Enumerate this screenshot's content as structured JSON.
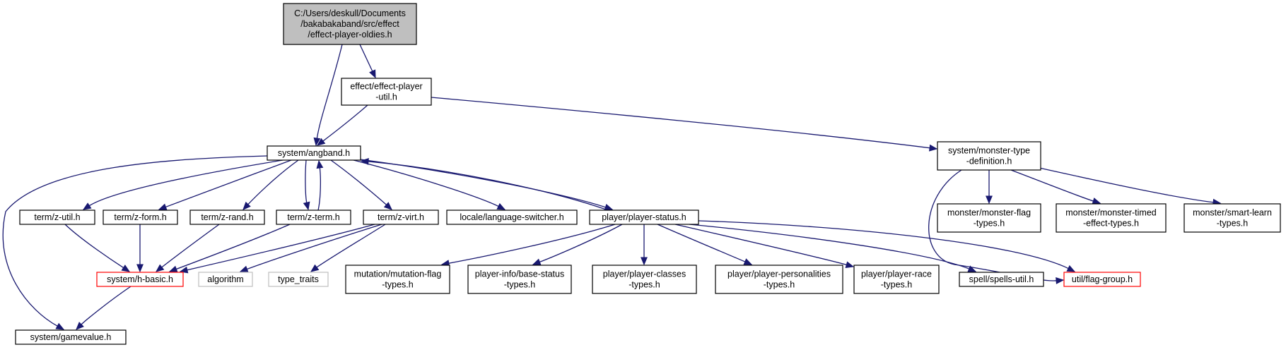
{
  "graph": {
    "edge_color": "#191970",
    "nodes": [
      {
        "id": "root",
        "lines": [
          "C:/Users/deskull/Documents",
          "/bakabakaband/src/effect",
          "/effect-player-oldies.h"
        ],
        "style": "root",
        "fill": "#bfbfbf",
        "border": "#000000"
      },
      {
        "id": "epu",
        "lines": [
          "effect/effect-player",
          "-util.h"
        ],
        "style": "normal",
        "fill": "#ffffff",
        "border": "#000000"
      },
      {
        "id": "angband",
        "lines": [
          "system/angband.h"
        ],
        "style": "normal",
        "fill": "#ffffff",
        "border": "#000000"
      },
      {
        "id": "mtd",
        "lines": [
          "system/monster-type",
          "-definition.h"
        ],
        "style": "normal",
        "fill": "#ffffff",
        "border": "#000000"
      },
      {
        "id": "zutil",
        "lines": [
          "term/z-util.h"
        ],
        "style": "normal",
        "fill": "#ffffff",
        "border": "#000000"
      },
      {
        "id": "zform",
        "lines": [
          "term/z-form.h"
        ],
        "style": "normal",
        "fill": "#ffffff",
        "border": "#000000"
      },
      {
        "id": "zrand",
        "lines": [
          "term/z-rand.h"
        ],
        "style": "normal",
        "fill": "#ffffff",
        "border": "#000000"
      },
      {
        "id": "zterm",
        "lines": [
          "term/z-term.h"
        ],
        "style": "normal",
        "fill": "#ffffff",
        "border": "#000000"
      },
      {
        "id": "zvirt",
        "lines": [
          "term/z-virt.h"
        ],
        "style": "normal",
        "fill": "#ffffff",
        "border": "#000000"
      },
      {
        "id": "lang",
        "lines": [
          "locale/language-switcher.h"
        ],
        "style": "normal",
        "fill": "#ffffff",
        "border": "#000000"
      },
      {
        "id": "pstatus",
        "lines": [
          "player/player-status.h"
        ],
        "style": "normal",
        "fill": "#ffffff",
        "border": "#000000"
      },
      {
        "id": "mflag",
        "lines": [
          "monster/monster-flag",
          "-types.h"
        ],
        "style": "normal",
        "fill": "#ffffff",
        "border": "#000000"
      },
      {
        "id": "mtimed",
        "lines": [
          "monster/monster-timed",
          "-effect-types.h"
        ],
        "style": "normal",
        "fill": "#ffffff",
        "border": "#000000"
      },
      {
        "id": "smart",
        "lines": [
          "monster/smart-learn",
          "-types.h"
        ],
        "style": "normal",
        "fill": "#ffffff",
        "border": "#000000"
      },
      {
        "id": "hbasic",
        "lines": [
          "system/h-basic.h"
        ],
        "style": "incomplete",
        "fill": "#ffffff",
        "border": "#ff0000"
      },
      {
        "id": "algorithm",
        "lines": [
          "algorithm"
        ],
        "style": "external",
        "fill": "#ffffff",
        "border": "#bfbfbf"
      },
      {
        "id": "traits",
        "lines": [
          "type_traits"
        ],
        "style": "external",
        "fill": "#ffffff",
        "border": "#bfbfbf"
      },
      {
        "id": "mutation",
        "lines": [
          "mutation/mutation-flag",
          "-types.h"
        ],
        "style": "normal",
        "fill": "#ffffff",
        "border": "#000000"
      },
      {
        "id": "pinfo",
        "lines": [
          "player-info/base-status",
          "-types.h"
        ],
        "style": "normal",
        "fill": "#ffffff",
        "border": "#000000"
      },
      {
        "id": "pclasses",
        "lines": [
          "player/player-classes",
          "-types.h"
        ],
        "style": "normal",
        "fill": "#ffffff",
        "border": "#000000"
      },
      {
        "id": "ppers",
        "lines": [
          "player/player-personalities",
          "-types.h"
        ],
        "style": "normal",
        "fill": "#ffffff",
        "border": "#000000"
      },
      {
        "id": "prace",
        "lines": [
          "player/player-race",
          "-types.h"
        ],
        "style": "normal",
        "fill": "#ffffff",
        "border": "#000000"
      },
      {
        "id": "spells",
        "lines": [
          "spell/spells-util.h"
        ],
        "style": "normal",
        "fill": "#ffffff",
        "border": "#000000"
      },
      {
        "id": "flaggroup",
        "lines": [
          "util/flag-group.h"
        ],
        "style": "incomplete",
        "fill": "#ffffff",
        "border": "#ff0000"
      },
      {
        "id": "gamevalue",
        "lines": [
          "system/gamevalue.h"
        ],
        "style": "normal",
        "fill": "#ffffff",
        "border": "#000000"
      }
    ],
    "edges": [
      [
        "root",
        "epu"
      ],
      [
        "root",
        "angband"
      ],
      [
        "epu",
        "angband"
      ],
      [
        "epu",
        "mtd"
      ],
      [
        "angband",
        "gamevalue"
      ],
      [
        "angband",
        "zutil"
      ],
      [
        "angband",
        "zform"
      ],
      [
        "angband",
        "zrand"
      ],
      [
        "angband",
        "zterm"
      ],
      [
        "zterm",
        "angband"
      ],
      [
        "angband",
        "zvirt"
      ],
      [
        "angband",
        "lang"
      ],
      [
        "angband",
        "pstatus"
      ],
      [
        "pstatus",
        "angband"
      ],
      [
        "mtd",
        "mflag"
      ],
      [
        "mtd",
        "mtimed"
      ],
      [
        "mtd",
        "smart"
      ],
      [
        "mtd",
        "flaggroup"
      ],
      [
        "zutil",
        "hbasic"
      ],
      [
        "zform",
        "hbasic"
      ],
      [
        "zrand",
        "hbasic"
      ],
      [
        "zterm",
        "hbasic"
      ],
      [
        "zvirt",
        "hbasic"
      ],
      [
        "zvirt",
        "algorithm"
      ],
      [
        "zvirt",
        "traits"
      ],
      [
        "pstatus",
        "mutation"
      ],
      [
        "pstatus",
        "pinfo"
      ],
      [
        "pstatus",
        "pclasses"
      ],
      [
        "pstatus",
        "ppers"
      ],
      [
        "pstatus",
        "prace"
      ],
      [
        "pstatus",
        "spells"
      ],
      [
        "pstatus",
        "flaggroup"
      ],
      [
        "hbasic",
        "gamevalue"
      ]
    ]
  }
}
